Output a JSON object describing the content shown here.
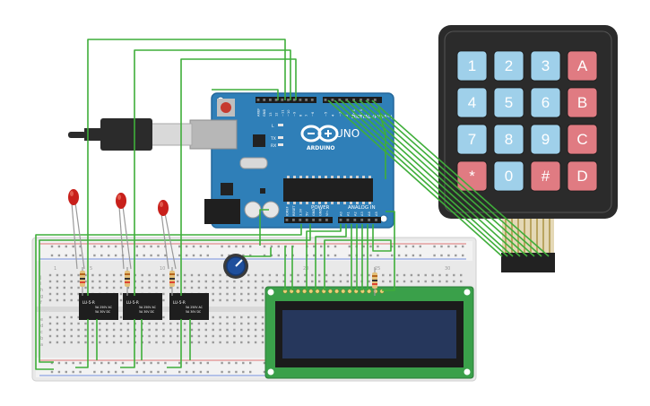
{
  "arduino": {
    "board_name": "UNO",
    "logo_text": "ARDUINO",
    "digital_label": "DIGITAL (PWM~)",
    "power_label": "POWER",
    "analog_label": "ANALOG IN",
    "tx_label": "TX",
    "rx_label": "RX",
    "l_label": "L",
    "top_pin_labels": [
      "AREF",
      "GND",
      "13",
      "12",
      "~11",
      "~10",
      "~9",
      "8",
      "7",
      "~6",
      "~5",
      "4",
      "~3",
      "2",
      "TX 1",
      "RX 0"
    ],
    "bottom_pin_labels": [
      "IOREF",
      "RESET",
      "3.3V",
      "5V",
      "GND",
      "GND",
      "Vin",
      "A0",
      "A1",
      "A2",
      "A3",
      "A4",
      "A5"
    ]
  },
  "keypad": {
    "keys": [
      "1",
      "2",
      "3",
      "A",
      "4",
      "5",
      "6",
      "B",
      "7",
      "8",
      "9",
      "C",
      "*",
      "0",
      "#",
      "D"
    ]
  },
  "relays": [
    {
      "line1": "LU-5-R",
      "line2": "5A 250V AC",
      "line3": "5A 30V DC"
    },
    {
      "line1": "LU-5-R",
      "line2": "5A 250V AC",
      "line3": "5A 30V DC"
    },
    {
      "line1": "LU-5-R",
      "line2": "5A 250V AC",
      "line3": "5A 30V DC"
    }
  ],
  "breadboard": {
    "col_numbers": [
      "1",
      "5",
      "10",
      "15",
      "20",
      "25",
      "30"
    ],
    "row_letters_top": [
      "j",
      "i",
      "h",
      "g",
      "f"
    ],
    "row_letters_bottom": [
      "e",
      "d",
      "c",
      "b",
      "a"
    ]
  },
  "colors": {
    "wire": "#3fae3a",
    "arduino_board": "#2f7fb8",
    "keypad_body": "#2b2b2b",
    "key_blue": "#9fd0ea",
    "key_red": "#e07b82",
    "lcd_board": "#3aa04a",
    "lcd_screen": "#26375c",
    "relay": "#1e1e1e",
    "led": "#c8201b",
    "breadboard": "#e9e9e9"
  }
}
